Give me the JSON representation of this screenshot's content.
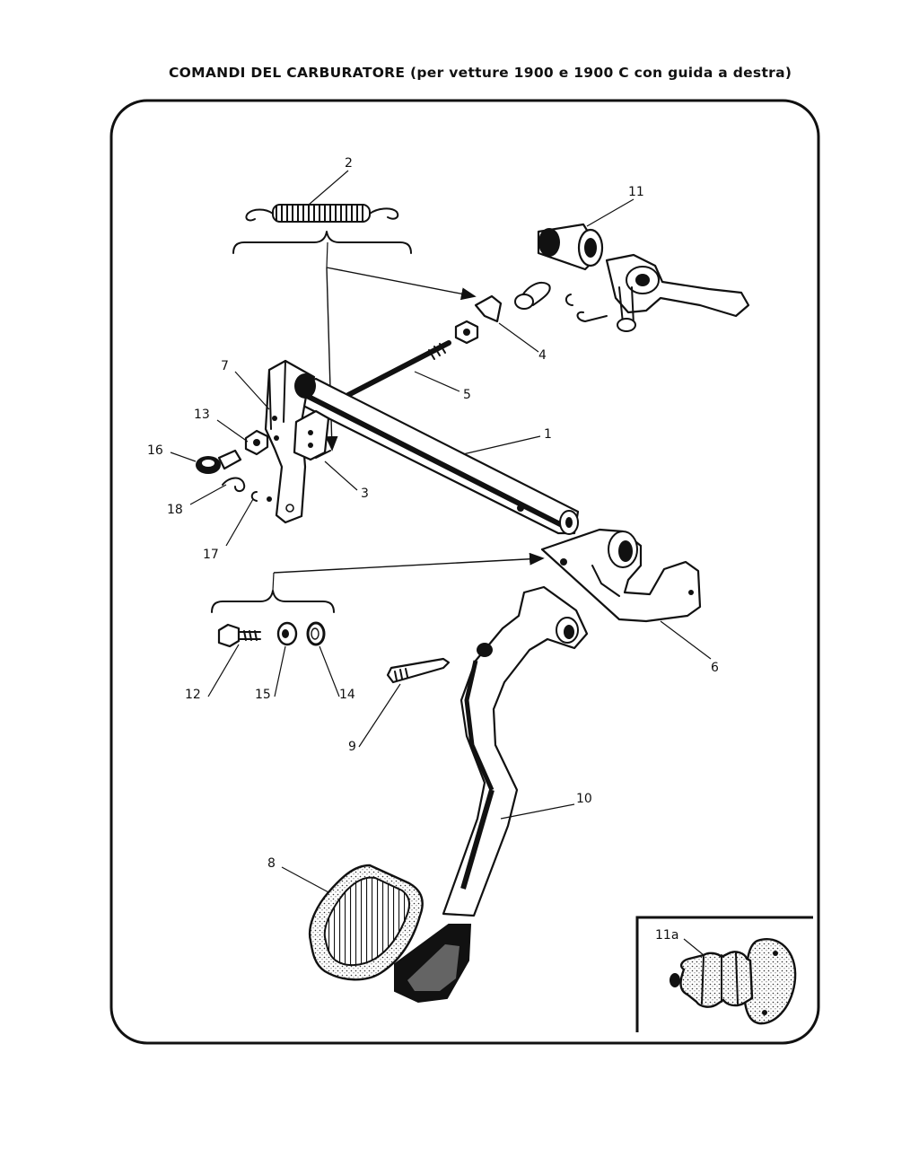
{
  "title": "COMANDI DEL CARBURATORE (per vetture 1900 e 1900 C con guida a destra)",
  "callouts": {
    "c1": "1",
    "c2": "2",
    "c3": "3",
    "c4": "4",
    "c5": "5",
    "c6": "6",
    "c7": "7",
    "c8": "8",
    "c9": "9",
    "c10": "10",
    "c11": "11",
    "c11a": "11a",
    "c12": "12",
    "c13": "13",
    "c14": "14",
    "c15": "15",
    "c16": "16",
    "c17": "17",
    "c18": "18"
  }
}
